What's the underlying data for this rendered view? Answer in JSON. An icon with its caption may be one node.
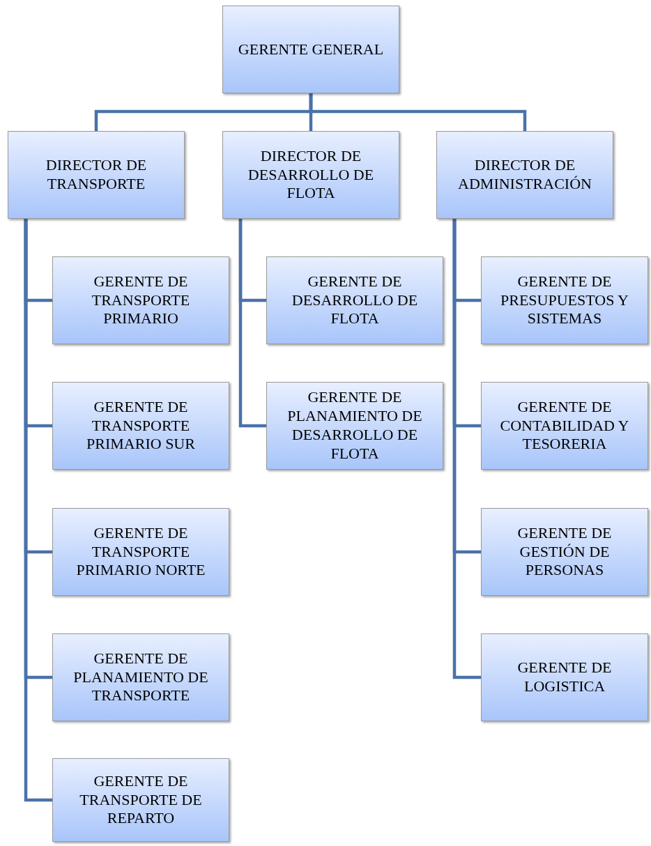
{
  "diagram": {
    "nodes": [
      {
        "text": [
          "GERENTE GENERAL"
        ]
      },
      {
        "text": [
          "DIRECTOR DE TRANSPORTE"
        ]
      },
      {
        "text": [
          "DIRECTOR DE DESARROLLO DE FLOTA"
        ]
      },
      {
        "text": [
          "DIRECTOR DE ADMINISTRACIÓN"
        ]
      },
      {
        "text": [
          "GERENTE DE TRANSPORTE PRIMARIO"
        ]
      },
      {
        "text": [
          "GERENTE DE DESARROLLO DE FLOTA"
        ]
      },
      {
        "text": [
          "GERENTE DE PRESUPUESTOS Y SISTEMAS"
        ]
      },
      {
        "text": [
          "GERENTE DE TRANSPORTE PRIMARIO SUR"
        ]
      },
      {
        "text": [
          "GERENTE DE PLANAMIENTO DE DESARROLLO DE FLOTA"
        ]
      },
      {
        "text": [
          "GERENTE DE CONTABILIDAD Y TESORERIA"
        ]
      },
      {
        "text": [
          "GERENTE DE TRANSPORTE PRIMARIO NORTE"
        ]
      },
      {
        "text": [
          "GERENTE DE GESTIÓN DE PERSONAS"
        ]
      },
      {
        "text": [
          "GERENTE DE PLANAMIENTO DE TRANSPORTE"
        ]
      },
      {
        "text": [
          "GERENTE DE LOGISTICA"
        ]
      },
      {
        "text": [
          "GERENTE DE TRANSPORTE DE REPARTO"
        ]
      }
    ],
    "edges": [
      {
        "from": 0,
        "to": 1,
        "arrow": "none"
      },
      {
        "from": 0,
        "to": 2,
        "arrow": "none"
      },
      {
        "from": 0,
        "to": 3,
        "arrow": "none"
      },
      {
        "from": 1,
        "to": 4,
        "arrow": "none"
      },
      {
        "from": 1,
        "to": 7,
        "arrow": "none"
      },
      {
        "from": 1,
        "to": 10,
        "arrow": "none"
      },
      {
        "from": 1,
        "to": 12,
        "arrow": "none"
      },
      {
        "from": 1,
        "to": 14,
        "arrow": "none"
      },
      {
        "from": 2,
        "to": 5,
        "arrow": "none"
      },
      {
        "from": 2,
        "to": 8,
        "arrow": "none"
      },
      {
        "from": 3,
        "to": 6,
        "arrow": "none"
      },
      {
        "from": 3,
        "to": 9,
        "arrow": "none"
      },
      {
        "from": 3,
        "to": 11,
        "arrow": "none"
      },
      {
        "from": 3,
        "to": 13,
        "arrow": "none"
      }
    ]
  }
}
